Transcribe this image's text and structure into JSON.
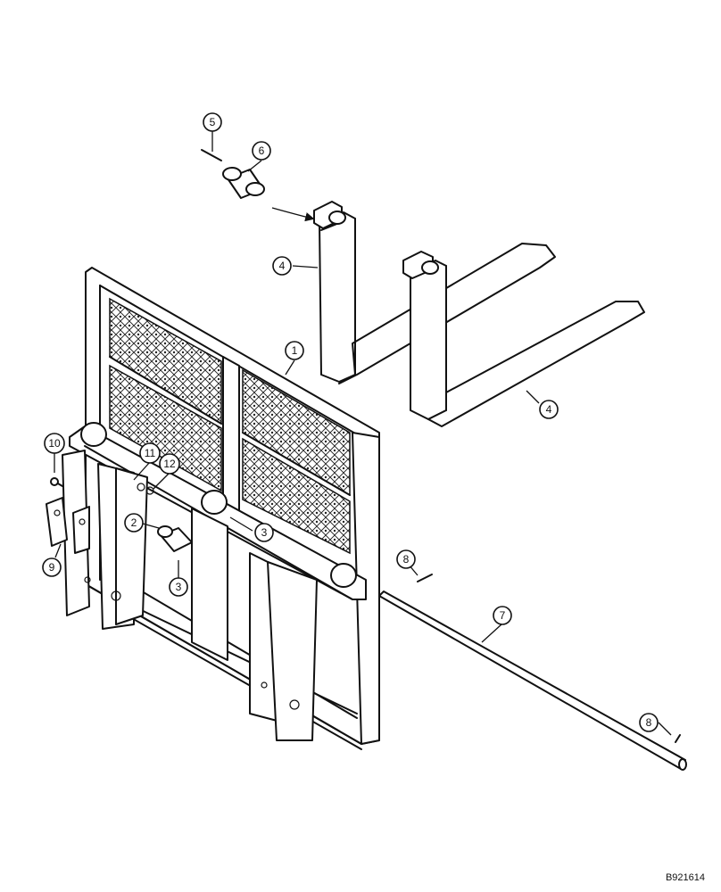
{
  "figure_id": "B921614",
  "callouts": [
    "1",
    "2",
    "3",
    "3",
    "4",
    "4",
    "5",
    "6",
    "7",
    "8",
    "8",
    "9",
    "10",
    "11",
    "12"
  ]
}
